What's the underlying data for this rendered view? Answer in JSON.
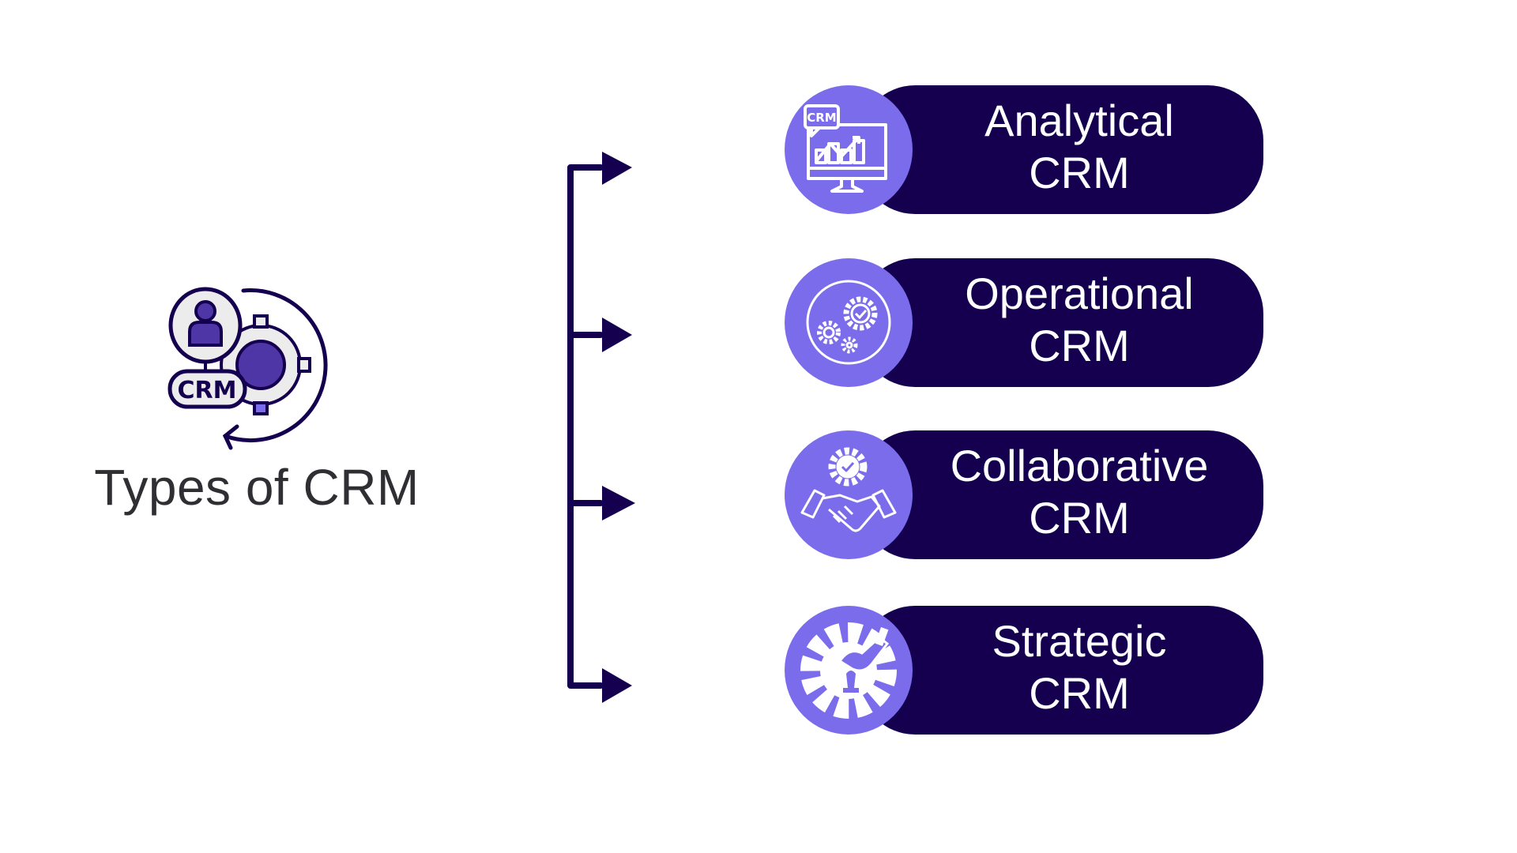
{
  "title": "Types of CRM",
  "main_icon_text": "CRM",
  "colors": {
    "dark": "#150050",
    "accent": "#7b6cec",
    "text": "#2e2e33"
  },
  "items": [
    {
      "line1": "Analytical",
      "line2": "CRM",
      "icon": "monitor-chart-icon",
      "icon_text": "CRM"
    },
    {
      "line1": "Operational",
      "line2": "CRM",
      "icon": "gears-check-icon"
    },
    {
      "line1": "Collaborative",
      "line2": "CRM",
      "icon": "handshake-gear-icon"
    },
    {
      "line1": "Strategic",
      "line2": "CRM",
      "icon": "hand-chess-gear-icon"
    }
  ]
}
